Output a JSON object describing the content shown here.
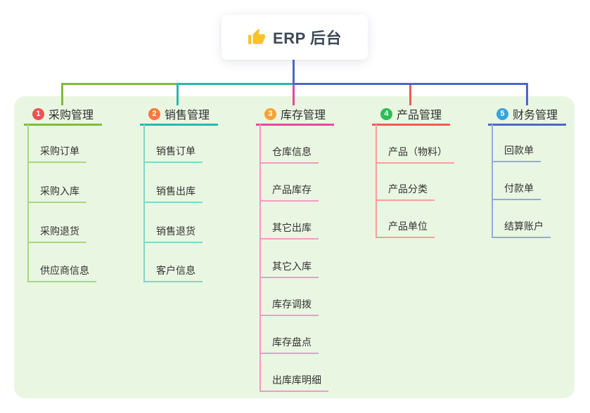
{
  "root": {
    "title": "ERP 后台",
    "icon": "thumbs-up",
    "icon_color": "#f8c12c"
  },
  "theme": {
    "canvas_bg": "#ffffff",
    "panel_bg": "#e9f6e2",
    "root_line": "#4d68c5",
    "title_text": "#3d4958",
    "item_text": "#333333"
  },
  "branches": [
    {
      "number": "1",
      "title": "采购管理",
      "badge_color": "#e95452",
      "line_color": "#7fbc3c",
      "item_line_color": "#a9d57f",
      "items": [
        "采购订单",
        "采购入库",
        "采购退货",
        "供应商信息"
      ]
    },
    {
      "number": "2",
      "title": "销售管理",
      "badge_color": "#f57b3e",
      "line_color": "#28b9ac",
      "item_line_color": "#7fd6cb",
      "items": [
        "销售订单",
        "销售出库",
        "销售退货",
        "客户信息"
      ]
    },
    {
      "number": "3",
      "title": "库存管理",
      "badge_color": "#f8a234",
      "line_color": "#e8489c",
      "item_line_color": "#f29ac6",
      "items": [
        "仓库信息",
        "产品库存",
        "其它出库",
        "其它入库",
        "库存调拨",
        "库存盘点",
        "出库库明细"
      ]
    },
    {
      "number": "4",
      "title": "产品管理",
      "badge_color": "#2dbd57",
      "line_color": "#f25a55",
      "item_line_color": "#f8a09b",
      "items": [
        "产品（物料）",
        "产品分类",
        "产品单位"
      ]
    },
    {
      "number": "5",
      "title": "财务管理",
      "badge_color": "#36a4dd",
      "line_color": "#4d68c5",
      "item_line_color": "#96a9dc",
      "items": [
        "回款单",
        "付款单",
        "结算账户"
      ]
    }
  ]
}
